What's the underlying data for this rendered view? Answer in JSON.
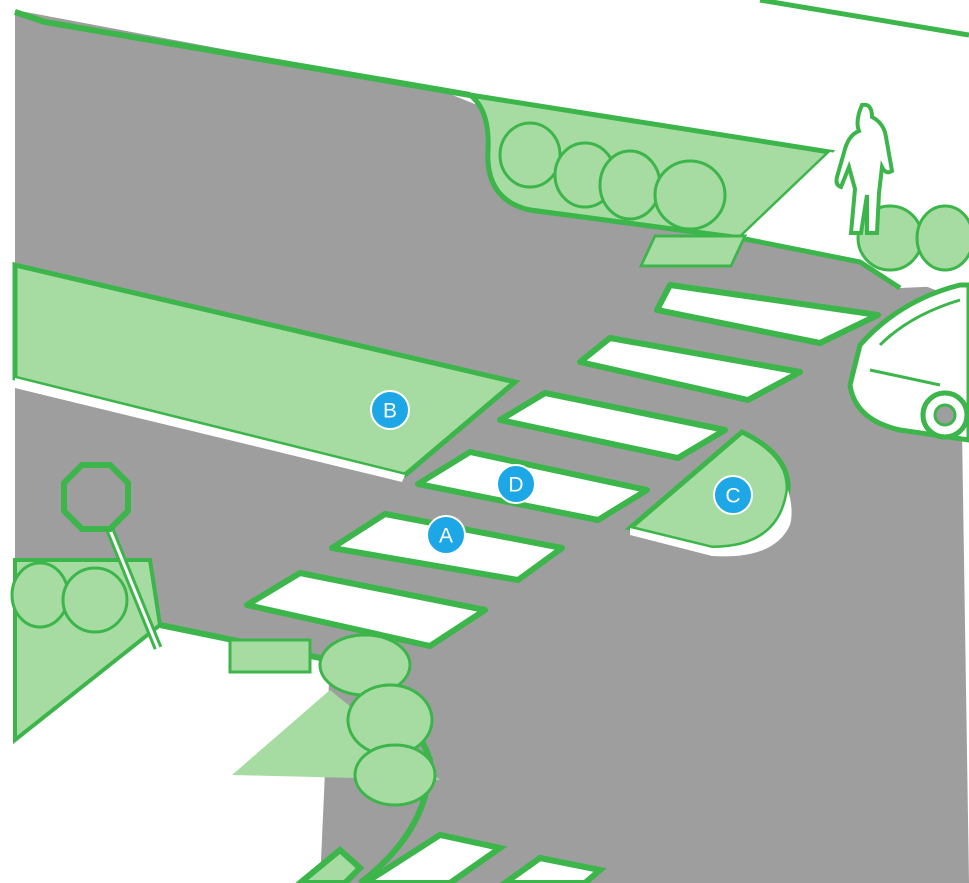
{
  "scene": {
    "colors": {
      "road": "#9e9e9e",
      "outline": "#3cb54a",
      "planting": "#a6dca2",
      "crosswalk": "#ffffff",
      "marker": "#1ea7e6"
    }
  },
  "markers": [
    {
      "id": "A",
      "label": "A"
    },
    {
      "id": "B",
      "label": "B"
    },
    {
      "id": "C",
      "label": "C"
    },
    {
      "id": "D",
      "label": "D"
    }
  ]
}
